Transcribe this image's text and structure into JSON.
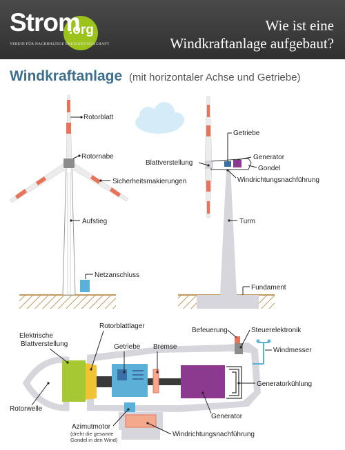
{
  "header": {
    "logo_main": "Strom",
    "logo_org": ".org",
    "logo_tagline": "VEREIN FÜR NACHHALTIGE ENERGIEWIRTSCHAFT",
    "question_line1": "Wie ist eine",
    "question_line2": "Windkraftanlage aufgebaut?"
  },
  "title": "Windkraftanlage",
  "subtitle": "(mit horizontaler Achse und Getriebe)",
  "turbine_left": {
    "rotorblatt": "Rotorblatt",
    "rotornabe": "Rotornabe",
    "sicherheit": "Sicherheitsmakierungen",
    "aufstieg": "Aufstieg",
    "netzanschluss": "Netzanschluss"
  },
  "turbine_right": {
    "getriebe": "Getriebe",
    "generator": "Generator",
    "blattverstellung": "Blattverstellung",
    "gondel": "Gondel",
    "windrichtung": "Windrichtungsnachführung",
    "turm": "Turm",
    "fundament": "Fundament"
  },
  "nacelle": {
    "elektrische1": "Elektrische",
    "elektrische2": "Blattverstellung",
    "rotorblattlager": "Rotorblattlager",
    "getriebe": "Getriebe",
    "bremse": "Bremse",
    "befeuerung": "Befeuerung",
    "steuerelektronik": "Steuerelektronik",
    "windmesser": "Windmesser",
    "generatorkuehlung": "Generatorkühlung",
    "generator": "Generator",
    "rotorwelle": "Rotorwelle",
    "azimutmotor": "Azimutmotor",
    "azimut_note1": "(dreht die gesamte",
    "azimut_note2": "Gondel in den Wind)",
    "windrichtung": "Windrichtungsnachführung"
  },
  "colors": {
    "header_bg": "#3a3a3a",
    "logo_green": "#9bc31c",
    "title_blue": "#3c6f8e",
    "structure_gray": "#d6d6dc",
    "marking_red": "#e8735a",
    "gearbox_blue": "#5ab0d6",
    "generator_purple": "#8b3a8f",
    "hub_green": "#a6c832",
    "ground_brown": "#c29a5e"
  }
}
